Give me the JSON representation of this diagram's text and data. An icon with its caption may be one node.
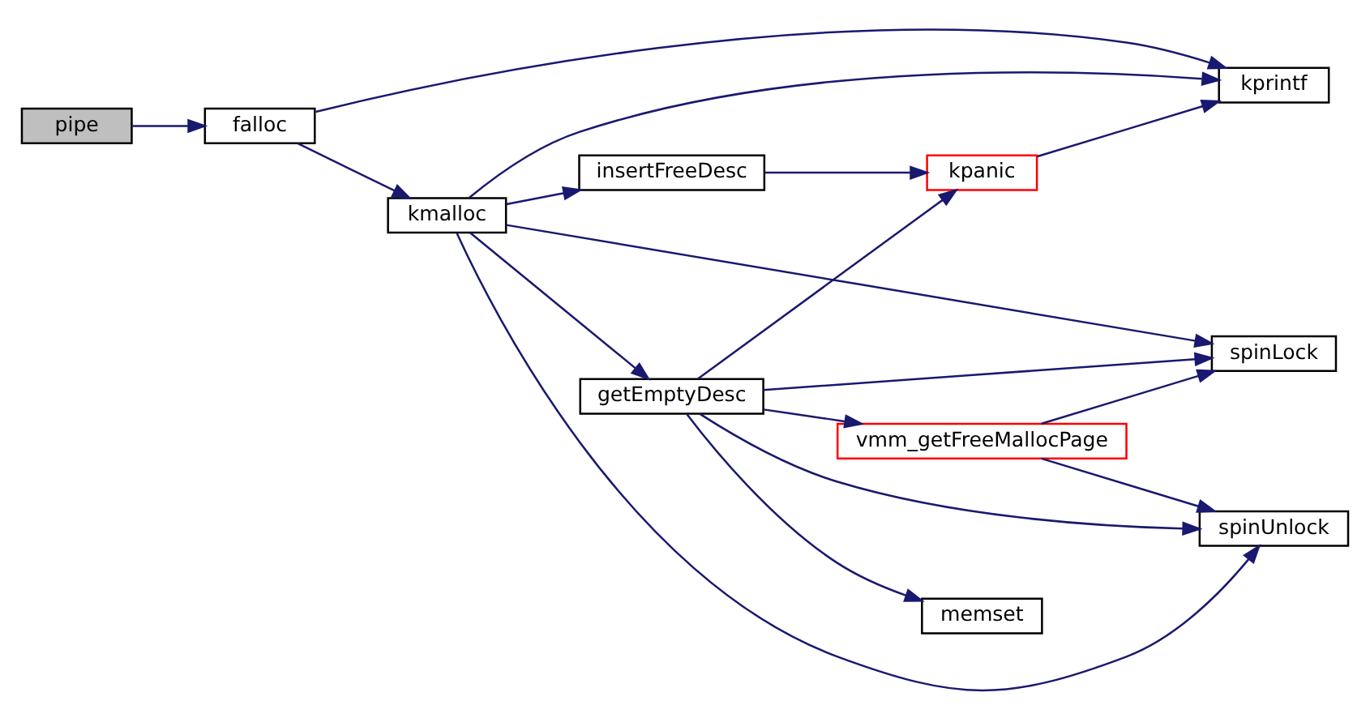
{
  "diagram": {
    "nodes": [
      {
        "text": [
          "pipe"
        ]
      },
      {
        "text": [
          "falloc"
        ]
      },
      {
        "text": [
          "kmalloc"
        ]
      },
      {
        "text": [
          "kprintf"
        ]
      },
      {
        "text": [
          "getEmptyDesc"
        ]
      },
      {
        "text": [
          "insertFreeDesc"
        ]
      },
      {
        "text": [
          "spinLock"
        ]
      },
      {
        "text": [
          "spinUnlock"
        ]
      },
      {
        "text": [
          "vmm_getFreeMallocPage"
        ]
      },
      {
        "text": [
          "memset"
        ]
      },
      {
        "text": [
          "kpanic"
        ]
      }
    ],
    "edges": [
      {
        "from": 0,
        "to": 1,
        "arrow": "to"
      },
      {
        "from": 1,
        "to": 2,
        "arrow": "to"
      },
      {
        "from": 1,
        "to": 3,
        "arrow": "to"
      },
      {
        "from": 2,
        "to": 7,
        "arrow": "to"
      },
      {
        "from": 2,
        "to": 4,
        "arrow": "to"
      },
      {
        "from": 2,
        "to": 6,
        "arrow": "to"
      },
      {
        "from": 2,
        "to": 5,
        "arrow": "to"
      },
      {
        "from": 2,
        "to": 3,
        "arrow": "to"
      },
      {
        "from": 4,
        "to": 7,
        "arrow": "to"
      },
      {
        "from": 4,
        "to": 8,
        "arrow": "to"
      },
      {
        "from": 4,
        "to": 9,
        "arrow": "to"
      },
      {
        "from": 4,
        "to": 6,
        "arrow": "to"
      },
      {
        "from": 4,
        "to": 10,
        "arrow": "to"
      },
      {
        "from": 8,
        "to": 7,
        "arrow": "to"
      },
      {
        "from": 8,
        "to": 6,
        "arrow": "to"
      },
      {
        "from": 5,
        "to": 10,
        "arrow": "to"
      },
      {
        "from": 10,
        "to": 3,
        "arrow": "to"
      }
    ]
  }
}
